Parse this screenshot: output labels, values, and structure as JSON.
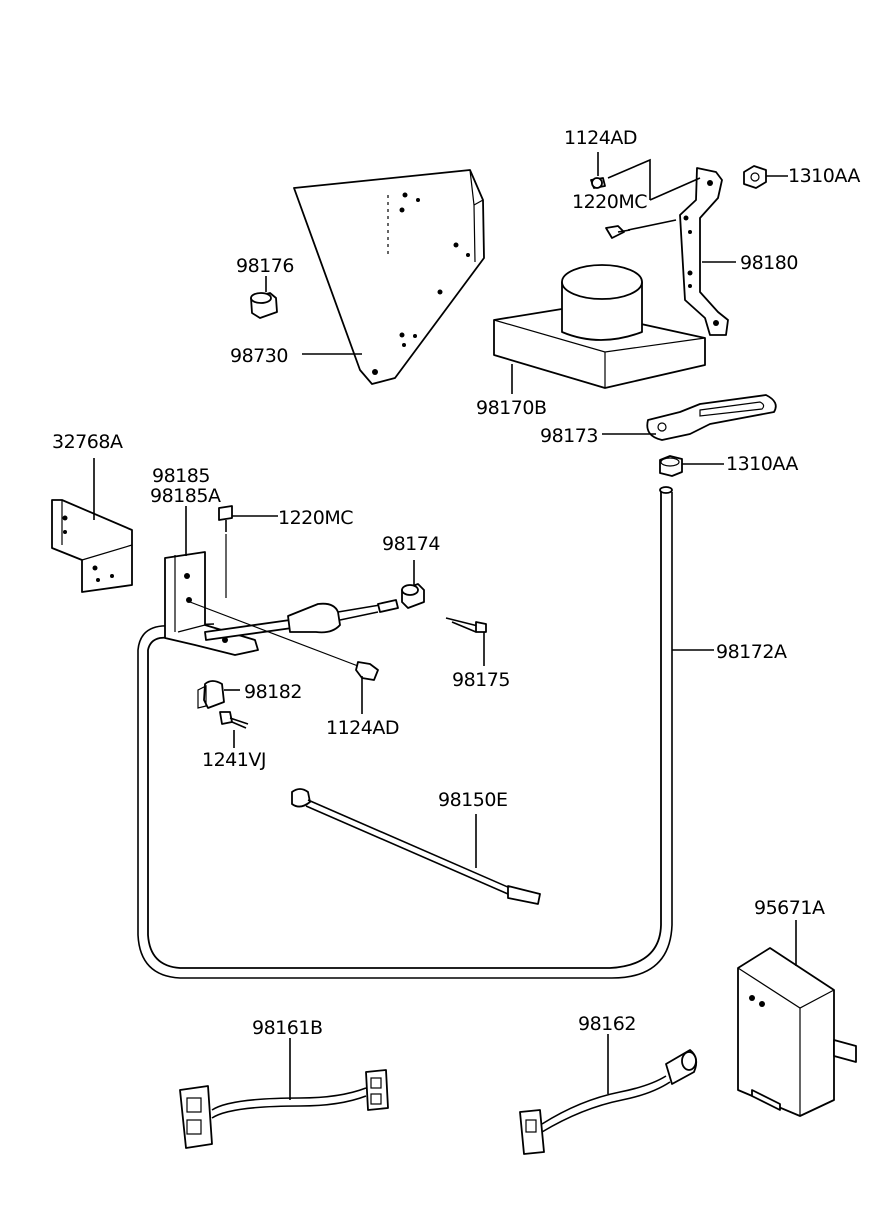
{
  "labels": {
    "p98176": "98176",
    "p98730": "98730",
    "p1124AD_top": "1124AD",
    "p1220MC_top": "1220MC",
    "p1310AA_top": "1310AA",
    "p98180": "98180",
    "p98170B": "98170B",
    "p98173": "98173",
    "p1310AA_mid": "1310AA",
    "p32768A": "32768A",
    "p98185": "98185",
    "p98185A": "98185A",
    "p1220MC_mid": "1220MC",
    "p98174": "98174",
    "p98175": "98175",
    "p98172A": "98172A",
    "p98182": "98182",
    "p1124AD_mid": "1124AD",
    "p1241VJ": "1241VJ",
    "p98150E": "98150E",
    "p95671A": "95671A",
    "p98161B": "98161B",
    "p98162": "98162"
  }
}
